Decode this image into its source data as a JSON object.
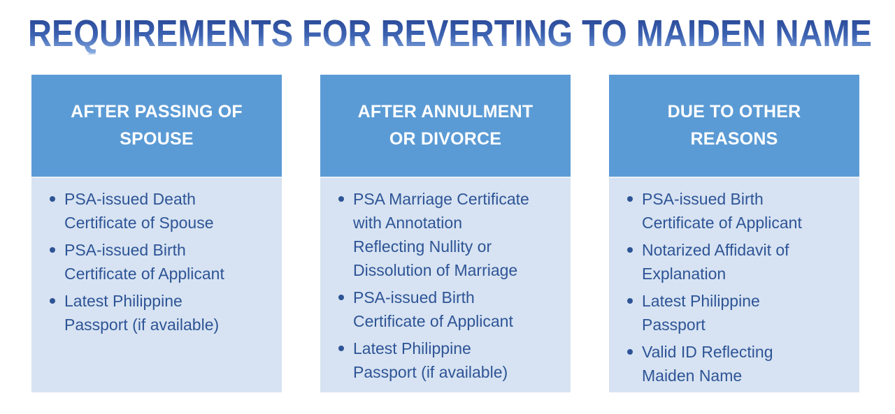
{
  "title": "REQUIREMENTS FOR REVERTING TO MAIDEN NAME",
  "colors": {
    "header_bg": "#5B9BD5",
    "body_bg": "#D7E3F2",
    "text": "#2E5496",
    "header_text": "#FFFFFF",
    "title_top": "#24418F",
    "title_mid": "#3D63B2",
    "title_bottom": "#8FB2E4"
  },
  "columns": [
    {
      "header_lines": [
        "AFTER PASSING OF",
        "SPOUSE"
      ],
      "items": [
        "PSA-issued Death Certificate of Spouse",
        "PSA-issued Birth Certificate of Applicant",
        "Latest Philippine Passport (if available)"
      ]
    },
    {
      "header_lines": [
        "AFTER ANNULMENT",
        "OR DIVORCE"
      ],
      "items": [
        "PSA Marriage Certificate with Annotation Reflecting Nullity or Dissolution of Marriage",
        "PSA-issued Birth Certificate of Applicant",
        "Latest Philippine Passport (if available)"
      ]
    },
    {
      "header_lines": [
        "DUE TO OTHER",
        "REASONS"
      ],
      "items": [
        "PSA-issued Birth Certificate of Applicant",
        "Notarized Affidavit of Explanation",
        "Latest Philippine Passport",
        "Valid ID Reflecting Maiden Name"
      ]
    }
  ]
}
